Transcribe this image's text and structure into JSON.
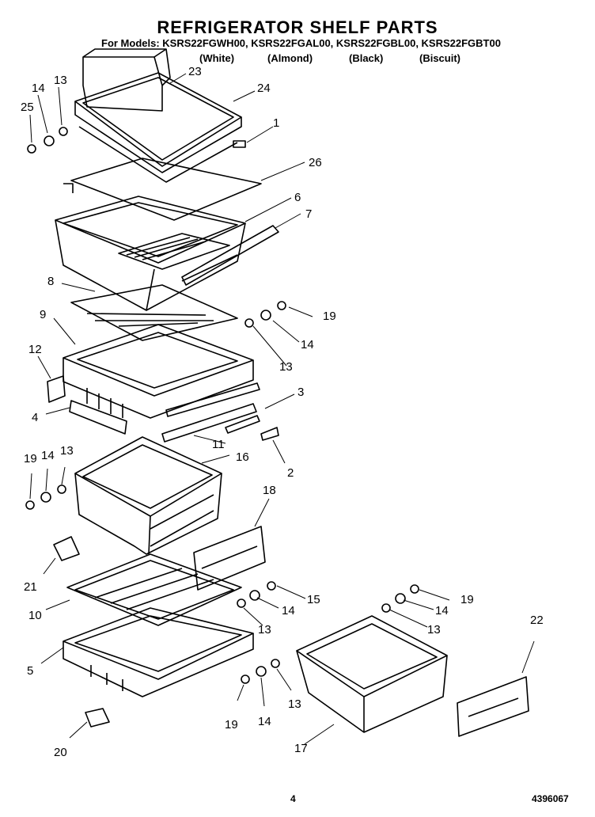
{
  "title": "REFRIGERATOR SHELF PARTS",
  "models": "For Models: KSRS22FGWH00, KSRS22FGAL00, KSRS22FGBL00, KSRS22FGBT00",
  "colors": [
    "(White)",
    "(Almond)",
    "(Black)",
    "(Biscuit)"
  ],
  "page_number": "4",
  "document_number": "4396067",
  "part_callouts": [
    "23",
    "24",
    "14",
    "13",
    "25",
    "1",
    "26",
    "6",
    "7",
    "8",
    "9",
    "19",
    "14",
    "13",
    "12",
    "3",
    "4",
    "11",
    "2",
    "16",
    "19",
    "14",
    "13",
    "18",
    "21",
    "15",
    "10",
    "14",
    "13",
    "19",
    "14",
    "13",
    "22",
    "5",
    "19",
    "14",
    "13",
    "17",
    "20"
  ]
}
